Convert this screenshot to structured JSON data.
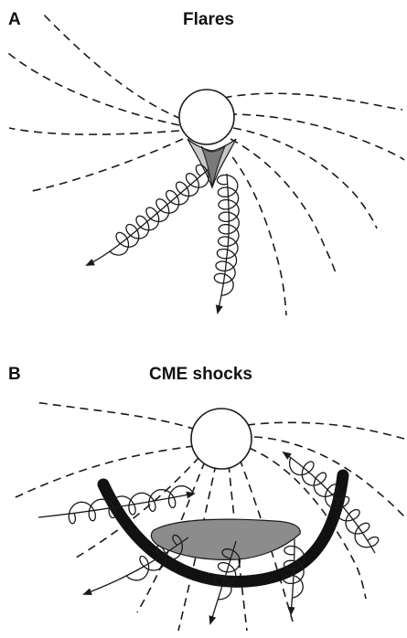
{
  "panels": [
    {
      "letter": "A",
      "title": "Flares"
    },
    {
      "letter": "B",
      "title": "CME shocks"
    }
  ],
  "colors": {
    "sun_fill": "#ffffff",
    "sun_stroke": "#1a1a1a",
    "flare_outer": "#c8c8c8",
    "flare_inner": "#7a7a7a",
    "cme_body": "#8c8c8c",
    "shock_front": "#111111"
  }
}
